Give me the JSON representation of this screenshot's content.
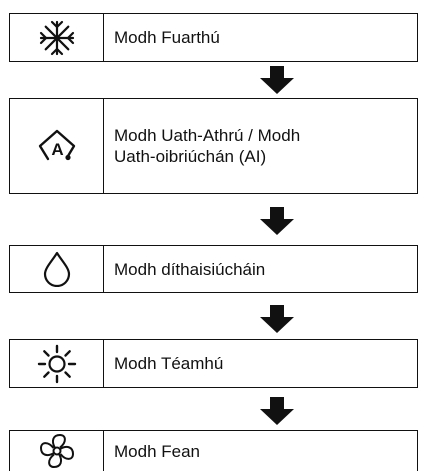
{
  "modes": [
    {
      "icon": "snowflake-icon",
      "label_lines": [
        "Modh Fuarthú"
      ]
    },
    {
      "icon": "auto-a-icon",
      "label_lines": [
        "Modh Uath-Athrú  / Modh",
        "Uath-oibriúchán (AI)"
      ]
    },
    {
      "icon": "water-drop-icon",
      "label_lines": [
        "Modh díthaisiúcháin"
      ]
    },
    {
      "icon": "sun-icon",
      "label_lines": [
        "Modh Téamhú"
      ]
    },
    {
      "icon": "fan-icon",
      "label_lines": [
        "Modh Fean"
      ]
    }
  ],
  "colors": {
    "line": "#111111",
    "background": "#ffffff",
    "arrow": "#111111"
  }
}
